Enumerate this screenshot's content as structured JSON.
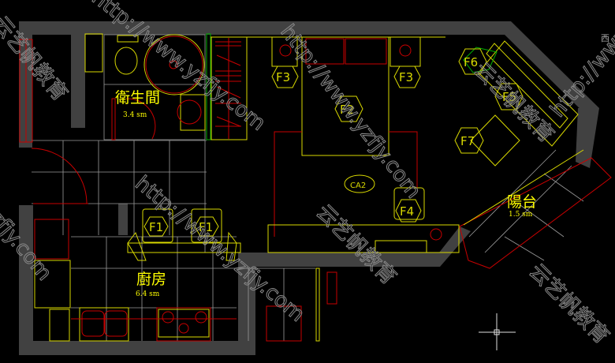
{
  "rooms": {
    "bathroom": {
      "name": "衛生間",
      "area": "3.4 sm"
    },
    "kitchen": {
      "name": "廚房",
      "area": "6.4 sm"
    },
    "balcony": {
      "name": "陽台",
      "area": "1.5 sm"
    }
  },
  "fixtures": {
    "f1a": "F1",
    "f1b": "F1",
    "f2": "F2",
    "f3a": "F3",
    "f3b": "F3",
    "f4": "F4",
    "f5": "F5",
    "f6": "F6",
    "f7": "F7",
    "ca2": "CA2"
  },
  "corner_text": "西",
  "watermarks": {
    "url": "http://www.yzfjy.com",
    "brand": "云艺帆教育"
  },
  "colors": {
    "background": "#000000",
    "wall": "#414141",
    "yellow": "#d8d800",
    "red": "#c80000",
    "grid": "#9a9a9a"
  }
}
